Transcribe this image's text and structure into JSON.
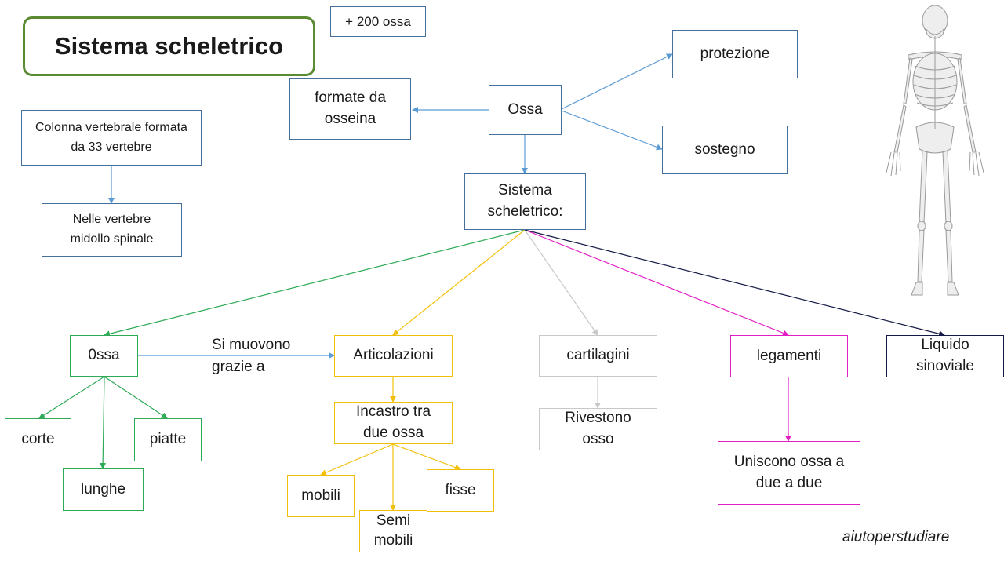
{
  "title": "Sistema scheletrico",
  "nodes": {
    "ossa_count": "+ 200 ossa",
    "osseina": "formate da osseina",
    "ossa_top": "Ossa",
    "protezione": "protezione",
    "sostegno": "sostegno",
    "colonna": "Colonna vertebrale formata da 33 vertebre",
    "vertebre": "Nelle vertebre midollo spinale",
    "sistema": "Sistema scheletrico:",
    "ossa_bottom": "0ssa",
    "articolazioni": "Articolazioni",
    "cartilagini": "cartilagini",
    "legamenti": "legamenti",
    "liquido": "Liquido sinoviale",
    "corte": "corte",
    "lunghe": "lunghe",
    "piatte": "piatte",
    "incastro": "Incastro tra due ossa",
    "mobili": "mobili",
    "semi_mobili": "Semi mobili",
    "fisse": "fisse",
    "rivestono": "Rivestono osso",
    "uniscono": "Uniscono ossa a due a due"
  },
  "edge_label": "Si muovono grazie a",
  "watermark": "aiutoperstudiare",
  "colors": {
    "blue": "#5b9bd5",
    "green": "#2daa55",
    "yellow": "#f2c00a",
    "gray": "#c8c8c8",
    "pink": "#e21dc4",
    "navy": "#141a46",
    "title_border": "#5a8a32"
  },
  "illustration": "skeleton-image"
}
